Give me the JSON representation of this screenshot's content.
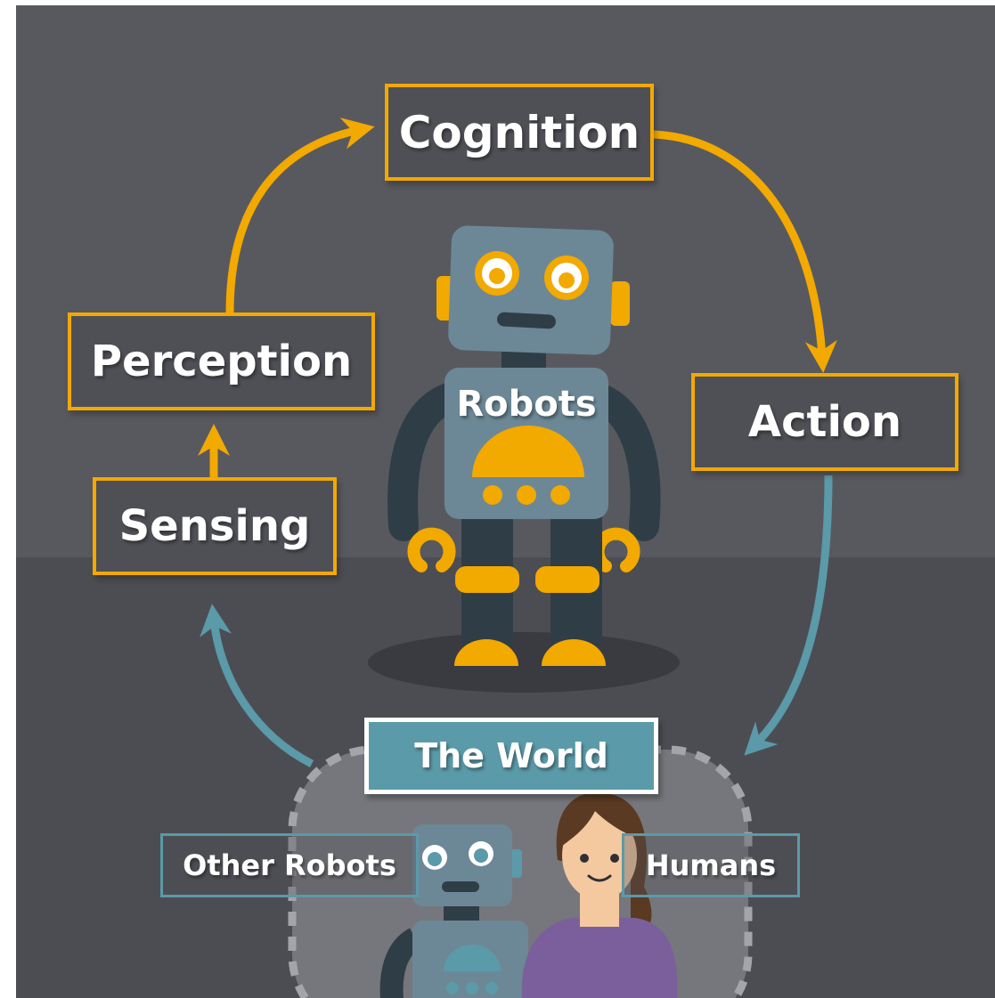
{
  "colors": {
    "background_upper": "#58595f",
    "background_lower": "#4c4d53",
    "accent_orange": "#f2a900",
    "accent_teal": "#5b9aa8",
    "robot_body": "#6c8896",
    "robot_limbs": "#2f3d47",
    "human_shirt": "#7a5f9c",
    "human_hair": "#5a3a22"
  },
  "cycle": {
    "cognition": "Cognition",
    "action": "Action",
    "perception": "Perception",
    "sensing": "Sensing"
  },
  "robot": {
    "label": "Robots"
  },
  "world": {
    "title": "The World",
    "other_robots": "Other Robots",
    "humans": "Humans"
  },
  "icons": {
    "main": "robot-icon",
    "secondary": [
      "small-robot-icon",
      "human-icon"
    ]
  }
}
